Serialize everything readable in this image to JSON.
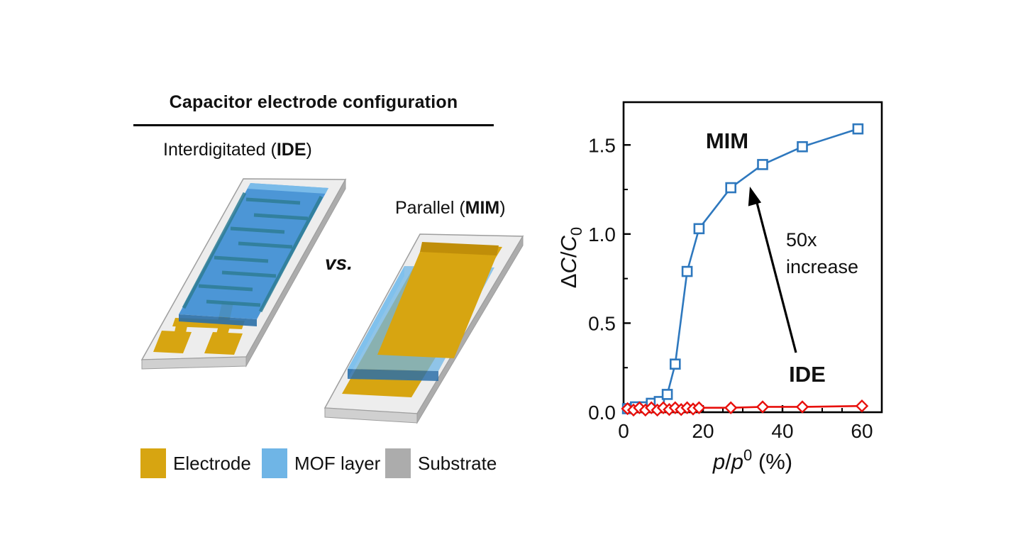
{
  "colors": {
    "electrode": "#D7A511",
    "electrode_dark": "#C08E09",
    "mof_light": "#6FB5E6",
    "mof_deep": "#3B8DD4",
    "mof_edge": "#2B6FA8",
    "mof_sheen": "#7CC0EE",
    "ide_fingers": "#2E7D95",
    "substrate_top": "#EDEDED",
    "substrate_front": "#D0D0D0",
    "substrate_side": "#ACACAC",
    "substrate_outline": "#9E9E9E",
    "mim_series": "#2E78BE",
    "ide_series": "#E8100C",
    "text": "#111111"
  },
  "left_panel": {
    "title": "Capacitor electrode configuration",
    "ide_caption": {
      "pre": "Interdigitated (",
      "bold": "IDE",
      "post": ")"
    },
    "mim_caption": {
      "pre": "Parallel (",
      "bold": "MIM",
      "post": ")"
    },
    "vs_label": "vs.",
    "legend": [
      {
        "label": "Electrode",
        "color_key": "electrode"
      },
      {
        "label": "MOF layer",
        "color_key": "mof_light"
      },
      {
        "label": "Substrate",
        "color_key": "substrate_side"
      }
    ]
  },
  "chart_data": {
    "type": "line",
    "title": "",
    "xlabel": "p/p0 (%)",
    "ylabel": "ΔC/C0",
    "xlabel_parts": [
      {
        "t": "p",
        "italic": true
      },
      {
        "t": "/"
      },
      {
        "t": "p",
        "italic": true
      },
      {
        "t": "0",
        "sup": true
      },
      {
        "t": " (%)"
      }
    ],
    "ylabel_parts": [
      {
        "t": "Δ"
      },
      {
        "t": "C",
        "italic": true
      },
      {
        "t": "/"
      },
      {
        "t": "C",
        "italic": true
      },
      {
        "t": "0",
        "sub": true
      }
    ],
    "xlim": [
      0,
      65
    ],
    "ylim": [
      0,
      1.74
    ],
    "xticks": [
      {
        "v": 0,
        "label": "0"
      },
      {
        "v": 20,
        "label": "20"
      },
      {
        "v": 40,
        "label": "40"
      },
      {
        "v": 60,
        "label": "60"
      }
    ],
    "xticks_minor": [
      5,
      10,
      15,
      25,
      30,
      35,
      45,
      50,
      55
    ],
    "yticks": [
      {
        "v": 0.0,
        "label": "0.0"
      },
      {
        "v": 0.5,
        "label": "0.5"
      },
      {
        "v": 1.0,
        "label": "1.0"
      },
      {
        "v": 1.5,
        "label": "1.5"
      }
    ],
    "yticks_minor": [
      0.25,
      0.75,
      1.25
    ],
    "grid": false,
    "series": [
      {
        "name": "MIM",
        "color": "#2E78BE",
        "marker": "square",
        "points": [
          [
            1,
            0.02
          ],
          [
            3,
            0.03
          ],
          [
            5,
            0.03
          ],
          [
            7,
            0.05
          ],
          [
            9,
            0.06
          ],
          [
            11,
            0.1
          ],
          [
            13,
            0.27
          ],
          [
            16,
            0.79
          ],
          [
            19,
            1.03
          ],
          [
            27,
            1.26
          ],
          [
            35,
            1.39
          ],
          [
            45,
            1.49
          ],
          [
            59,
            1.59
          ]
        ]
      },
      {
        "name": "IDE",
        "color": "#E8100C",
        "marker": "diamond",
        "points": [
          [
            1,
            0.02
          ],
          [
            2.5,
            0.012
          ],
          [
            4,
            0.025
          ],
          [
            5.5,
            0.012
          ],
          [
            7,
            0.025
          ],
          [
            8.5,
            0.012
          ],
          [
            10,
            0.025
          ],
          [
            11.5,
            0.015
          ],
          [
            13,
            0.025
          ],
          [
            14.5,
            0.015
          ],
          [
            16,
            0.025
          ],
          [
            17.5,
            0.018
          ],
          [
            19,
            0.025
          ],
          [
            27,
            0.025
          ],
          [
            35,
            0.03
          ],
          [
            45,
            0.03
          ],
          [
            60,
            0.035
          ]
        ]
      }
    ],
    "annotations": {
      "mim_label": "MIM",
      "ide_label": "IDE",
      "note_line1": "50x",
      "note_line2": "increase"
    }
  }
}
